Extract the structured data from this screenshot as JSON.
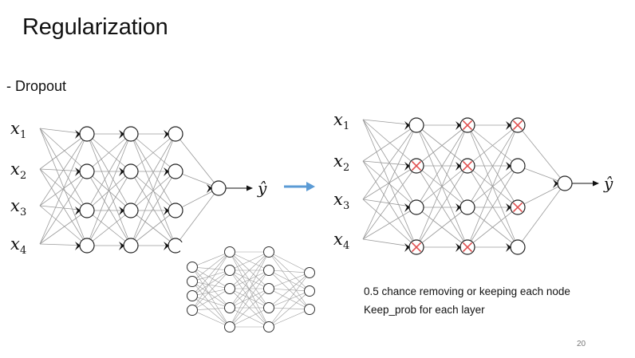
{
  "slide": {
    "title": "Regularization",
    "section_label": "- Dropout",
    "notes": [
      "0.5 chance removing or keeping each node",
      "Keep_prob for each layer"
    ],
    "page_number": "20"
  },
  "networks": {
    "input_var": "x",
    "input_subscripts": [
      "1",
      "2",
      "3",
      "4"
    ],
    "output_label": "ŷ",
    "original": {
      "hidden_layers": [
        4,
        4,
        4
      ],
      "output_nodes": 1
    },
    "dropout": {
      "hidden_layers": [
        4,
        4,
        4
      ],
      "output_nodes": 1,
      "dropped_nodes": [
        [
          1,
          3
        ],
        [
          0,
          1,
          3
        ],
        [
          0,
          2
        ]
      ]
    },
    "small_diagram": {
      "layers": [
        4,
        5,
        5,
        3
      ]
    }
  },
  "colors": {
    "arrow": "#5b9bd5",
    "drop_mark": "#e05050",
    "edge": "#9a9a9a"
  }
}
